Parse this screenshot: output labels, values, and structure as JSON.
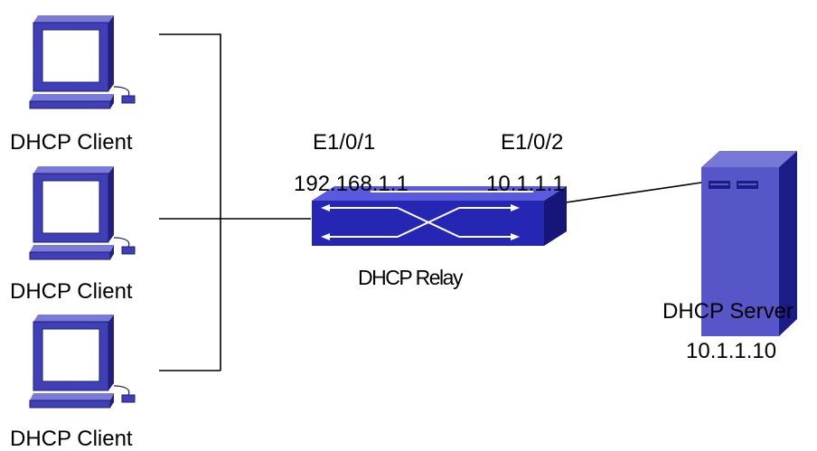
{
  "clients": [
    {
      "label": "DHCP Client"
    },
    {
      "label": "DHCP Client"
    },
    {
      "label": "DHCP Client"
    }
  ],
  "relay": {
    "label": "DHCP Relay",
    "port1": {
      "name": "E1/0/1",
      "ip": "192.168.1.1"
    },
    "port2": {
      "name": "E1/0/2",
      "ip": "10.1.1.1"
    }
  },
  "server": {
    "label": "DHCP Server",
    "ip": "10.1.1.10"
  },
  "colors": {
    "device_blue": "#3f3fb8",
    "device_dark": "#1f1f6e",
    "screen_face": "#ffffff",
    "server_front": "#5656c9",
    "server_side": "#1c1c88",
    "server_top": "#7777d8",
    "switch_top": "#5a5adf",
    "switch_front": "#2626b4",
    "switch_side": "#15157a",
    "line": "#000000"
  },
  "icons": {
    "client": "computer-icon",
    "relay": "switch-icon",
    "server": "server-icon"
  }
}
